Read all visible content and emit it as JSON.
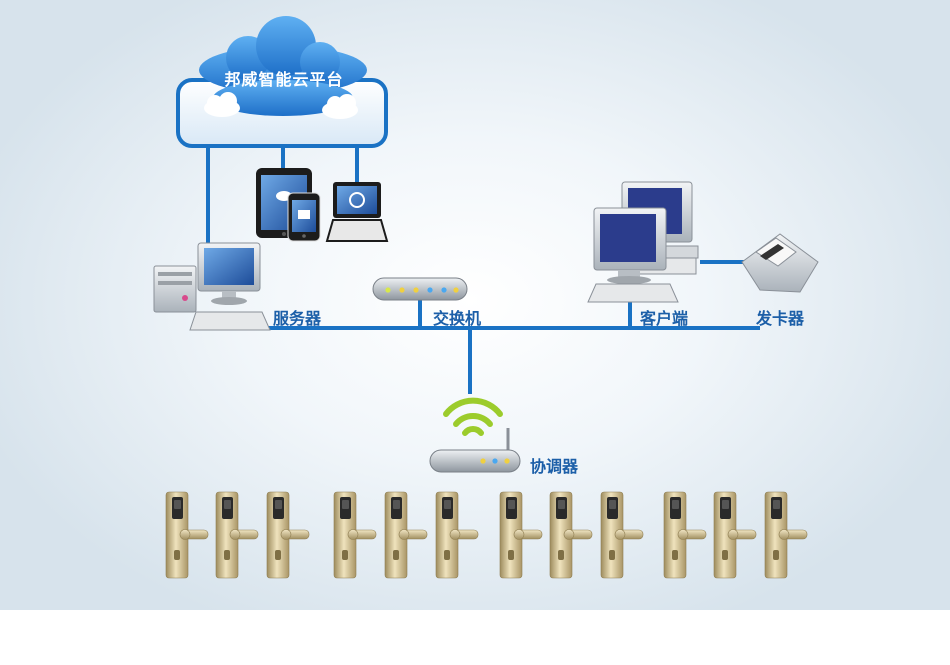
{
  "cloud": {
    "title": "邦威智能云平台"
  },
  "labels": {
    "server": "服务器",
    "switch": "交换机",
    "client": "客户端",
    "card_issuer": "发卡器",
    "coordinator": "协调器"
  },
  "colors": {
    "line_blue": "#1a72c4",
    "label_blue": "#1c5fa8",
    "cloud_blue": "#3b8fe0",
    "wifi_green": "#9ccc2c",
    "lock_gold": "#c9b88a"
  },
  "locks": {
    "count": 12
  }
}
